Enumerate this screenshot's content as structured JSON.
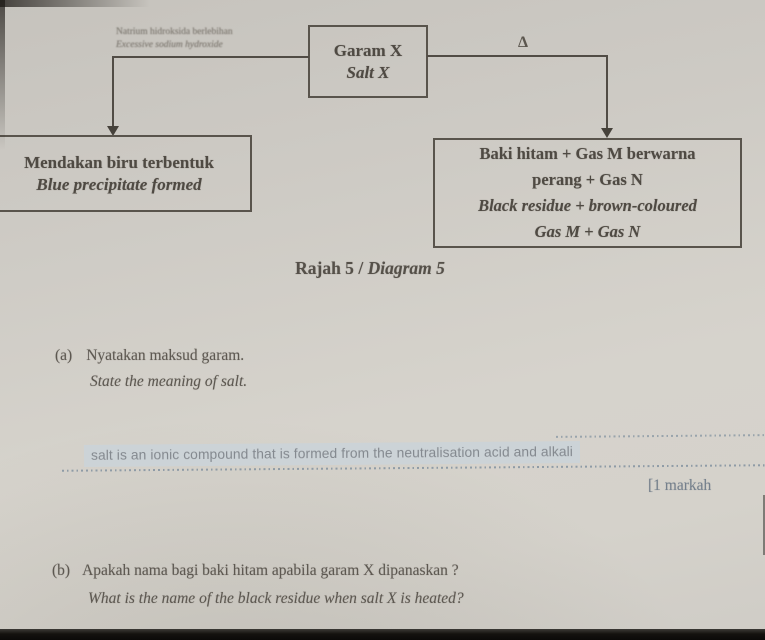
{
  "diagram": {
    "salt_box": {
      "malay": "Garam X",
      "english": "Salt X"
    },
    "reagent_label": {
      "malay": "Natrium hidroksida berlebihan",
      "english": "Excessive sodium hydroxide"
    },
    "heat_symbol": "Δ",
    "left_result_box": {
      "malay": "Mendakan biru terbentuk",
      "english": "Blue precipitate formed"
    },
    "right_result_box": {
      "lines": [
        "Baki hitam + Gas M berwarna",
        "perang + Gas N",
        "Black residue + brown-coloured",
        "Gas M + Gas N"
      ]
    },
    "caption": {
      "malay": "Rajah 5",
      "separator": " / ",
      "english": "Diagram 5"
    }
  },
  "question_a": {
    "number": "(a)",
    "malay": "Nyatakan maksud garam.",
    "english": "State the meaning of salt.",
    "answer": "salt is an ionic compound that is formed from the neutralisation acid and alkali",
    "marks": "[1 markah"
  },
  "question_b": {
    "number": "(b)",
    "malay": "Apakah nama bagi baki hitam apabila garam X dipanaskan ?",
    "english": "What is the name of the black residue when salt X is heated?"
  },
  "colors": {
    "paper": "#d2cfc8",
    "ink": "#4f4a43",
    "answer_highlight": "#ccd3d7",
    "answer_text": "#84898f",
    "dotted_line": "#8e9ba6",
    "bottom_edge": "#14120f"
  }
}
